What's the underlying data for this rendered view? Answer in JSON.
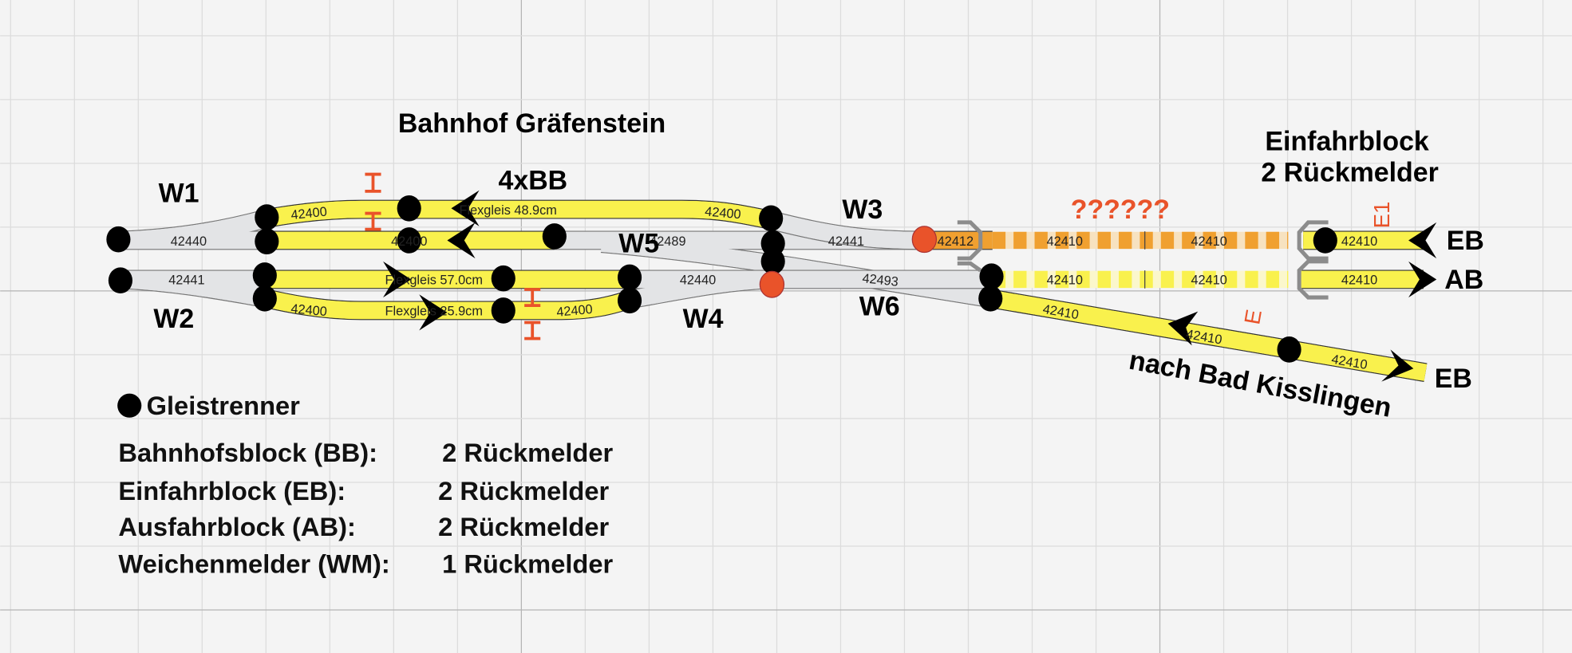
{
  "title": "Bahnhof Gräfenstein",
  "block_label": "4xBB",
  "switches": [
    "W1",
    "W2",
    "W3",
    "W4",
    "W5",
    "W6"
  ],
  "entry_block": {
    "line1": "Einfahrblock",
    "line2": "2 Rückmelder"
  },
  "question": "??????",
  "ends": {
    "eb_top": "EB",
    "ab": "AB",
    "eb_bottom": "EB"
  },
  "destination": "nach Bad Kisslingen",
  "markers": {
    "e1": "E1",
    "e": "E"
  },
  "tracks": {
    "labels": [
      "42440",
      "42400",
      "42400",
      "Flexgleis 48.9cm",
      "42400",
      "42489",
      "42441",
      "42412",
      "42410",
      "42410",
      "42410",
      "42441",
      "Flexgleis 57.0cm",
      "42440",
      "42493",
      "42410",
      "42410",
      "42410",
      "42400",
      "Flexgleis 25.9cm",
      "42400",
      "42410",
      "42410",
      "42410"
    ]
  },
  "legend": {
    "separator": "Gleistrenner",
    "rows": [
      {
        "name": "Bahnhofsblock (BB):",
        "value": "2 Rückmelder"
      },
      {
        "name": "Einfahrblock (EB):",
        "value": "2 Rückmelder"
      },
      {
        "name": "Ausfahrblock (AB):",
        "value": "2 Rückmelder"
      },
      {
        "name": "Weichenmelder (WM):",
        "value": "1 Rückmelder"
      }
    ]
  },
  "colors": {
    "track": "#f9f14d",
    "accent": "#e9532a",
    "orange_track": "#f0a030",
    "grey_track": "#e3e4e6"
  }
}
